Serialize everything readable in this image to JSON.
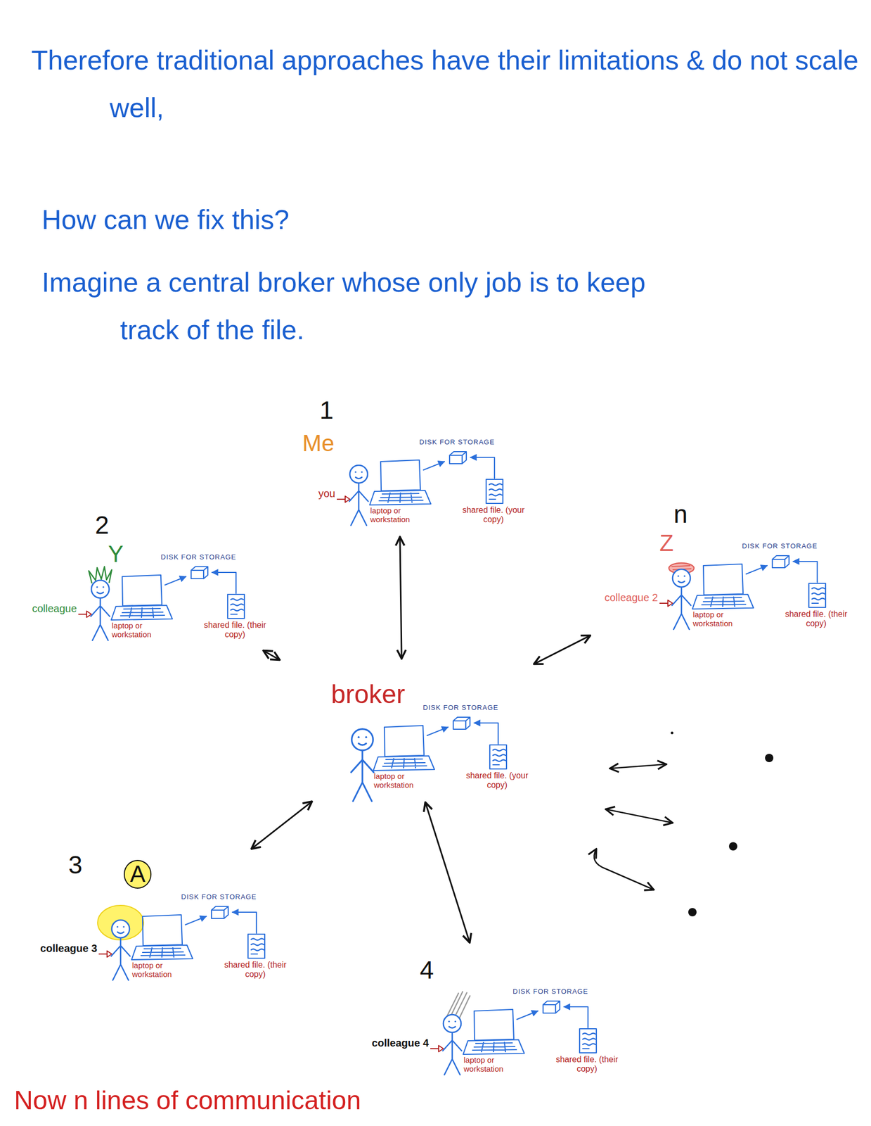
{
  "diagram": {
    "title": "Therefore traditional approaches have their limitations & do not scale well,",
    "nodes": [
      {
        "text": [
          "1",
          "Me",
          "you",
          "DISK FOR STORAGE",
          "laptop or workstation",
          "shared file. (your copy)"
        ]
      },
      {
        "text": [
          "2",
          "Y",
          "colleague",
          "DISK FOR STORAGE",
          "laptop or workstation",
          "shared file. (their copy)"
        ]
      },
      {
        "text": [
          "n",
          "Z",
          "colleague 2",
          "DISK FOR STORAGE",
          "laptop or workstation",
          "shared file. (their copy)"
        ]
      },
      {
        "text": [
          "broker",
          "DISK FOR STORAGE",
          "laptop or workstation",
          "shared file. (your copy)"
        ]
      },
      {
        "text": [
          "3",
          "A",
          "colleague 3",
          "DISK FOR STORAGE",
          "laptop or workstation",
          "shared file. (their copy)"
        ]
      },
      {
        "text": [
          "4",
          "colleague 4",
          "DISK FOR STORAGE",
          "laptop or workstation",
          "shared file. (their copy)"
        ]
      }
    ],
    "edges": [
      {
        "from": 3,
        "to": 0,
        "arrow": "both"
      },
      {
        "from": 3,
        "to": 1,
        "arrow": "both"
      },
      {
        "from": 3,
        "to": 2,
        "arrow": "both"
      },
      {
        "from": 3,
        "to": 4,
        "arrow": "both"
      },
      {
        "from": 3,
        "to": 5,
        "arrow": "both"
      }
    ],
    "labels": [
      "How can we fix this?",
      "Imagine a central broker whose only job is to keep track of the file.",
      "Now n lines of communication"
    ]
  }
}
